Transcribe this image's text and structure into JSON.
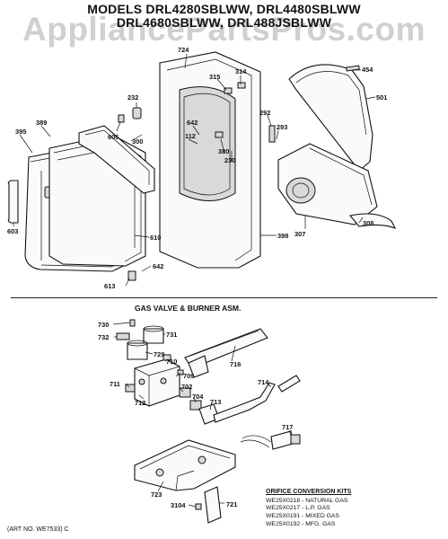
{
  "header": {
    "title_line1": "MODELS DRL4280SBLWW, DRL4480SBLWW",
    "title_line2": "DRL4680SBLWW, DRL488JSBLWW",
    "watermark": "AppliancePartsPros.com"
  },
  "section": {
    "gas_valve_title": "GAS VALVE & BURNER ASM."
  },
  "parts_upper": [
    "724",
    "315",
    "314",
    "454",
    "501",
    "232",
    "606",
    "300",
    "389",
    "395",
    "642",
    "112",
    "380",
    "230",
    "292",
    "293",
    "308",
    "307",
    "603",
    "610",
    "398",
    "642",
    "613"
  ],
  "parts_lower": [
    "730",
    "732",
    "731",
    "729",
    "710",
    "709",
    "716",
    "711",
    "702",
    "704",
    "712",
    "713",
    "714",
    "717",
    "723",
    "3104",
    "721"
  ],
  "orifice_kits": {
    "heading": "ORIFICE CONVERSION KITS",
    "rows": [
      "WE25X0218 - NATURAL GAS",
      "WE25X0217 - L.P. GAS",
      "WE25X0191 - MIXED GAS",
      "WE25X0192 - MFG. GAS"
    ]
  },
  "footer": {
    "art_no": "(ART NO. WE7533) C"
  }
}
